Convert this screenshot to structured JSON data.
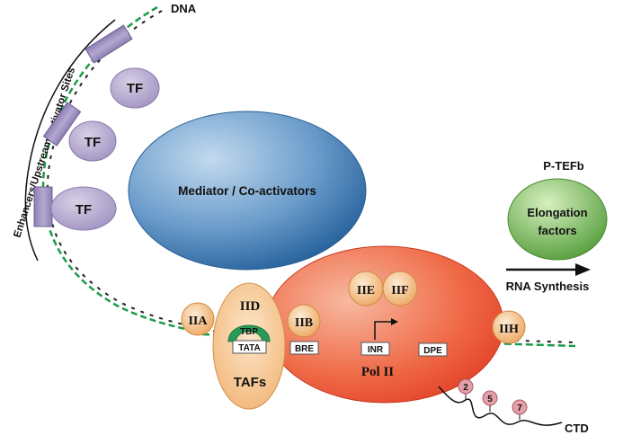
{
  "labels": {
    "dna": "DNA",
    "enhancers": "Enhancers/Upstream Activator Sites",
    "tf": "TF",
    "mediator": "Mediator / Co-activators",
    "ptefb": "P-TEFb",
    "elongation_line1": "Elongation",
    "elongation_line2": "factors",
    "rna_synthesis": "RNA Synthesis",
    "iid": "IID",
    "tbp": "TBP",
    "tata": "TATA",
    "tafs": "TAFs",
    "iia": "IIA",
    "iib": "IIB",
    "bre": "BRE",
    "iie": "IIE",
    "iif": "IIF",
    "inr": "INR",
    "dpe": "DPE",
    "pol2": "Pol II",
    "iih": "IIH",
    "ctd": "CTD",
    "ctd_site_1": "2",
    "ctd_site_2": "5",
    "ctd_site_3": "7"
  },
  "colors": {
    "dna_strand_a": "#1a9a4a",
    "dna_strand_b": "#222222",
    "tf_fill": "#b3a6cc",
    "tf_block": "#9d8fc0",
    "mediator_light": "#b9d3ea",
    "mediator_dark": "#1f5d99",
    "elongation_light": "#c8e8a8",
    "elongation_dark": "#4f9a35",
    "pol2_light": "#f5a386",
    "pol2_dark": "#e6452a",
    "gtf_light": "#fbe1c2",
    "gtf_dark": "#eea45c",
    "tbp_green": "#2a9a57",
    "ctd_pink": "#e3a0a9"
  }
}
